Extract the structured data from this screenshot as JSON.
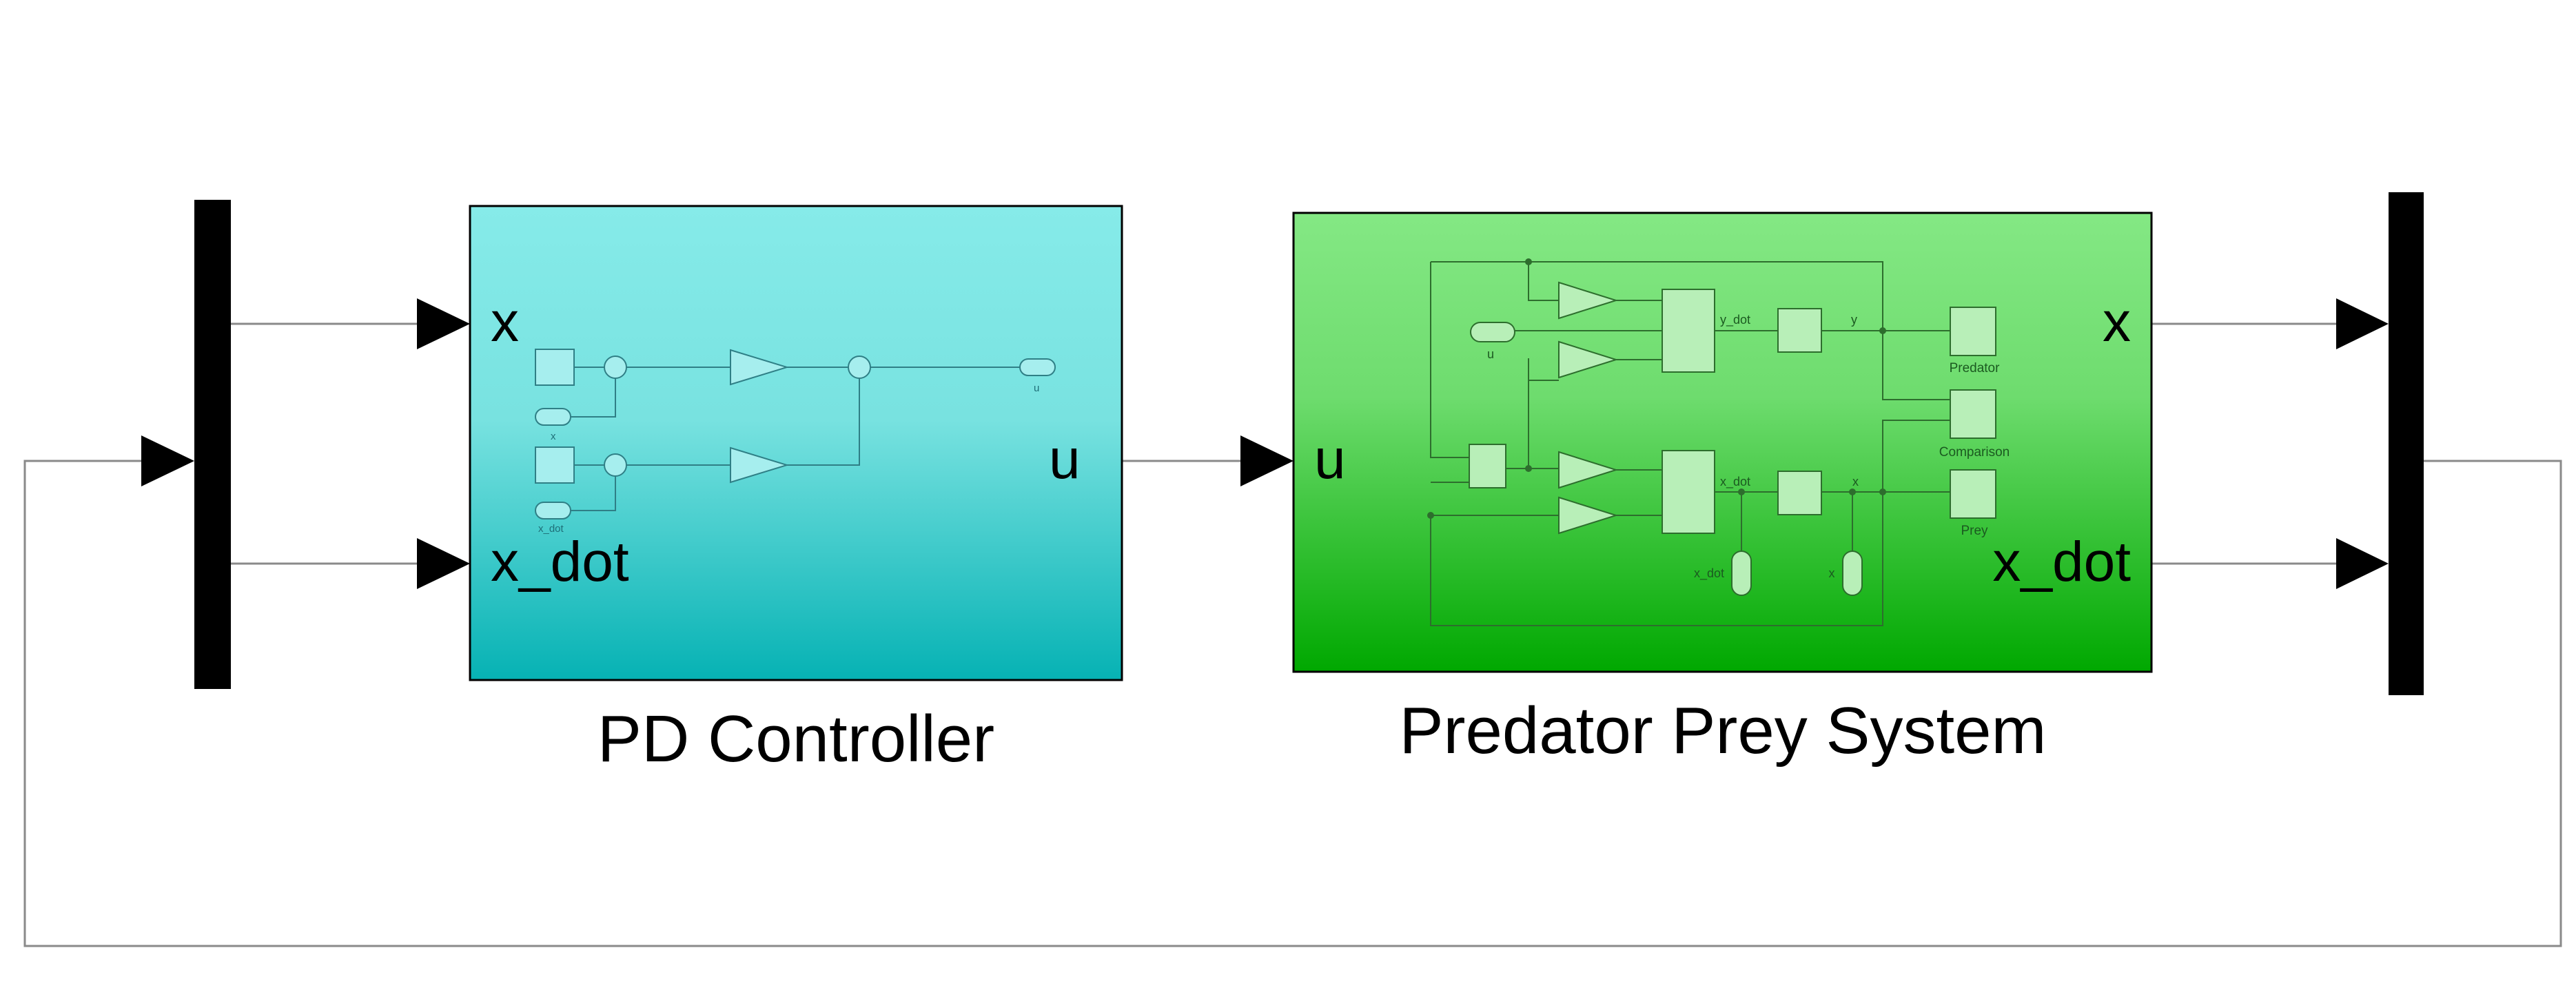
{
  "diagram": {
    "blocks": {
      "pd_controller": {
        "name": "PD Controller",
        "inputs": [
          "x",
          "x_dot"
        ],
        "outputs": [
          "u"
        ],
        "inner_labels": {
          "in_x": "x",
          "in_x_dot": "x_dot",
          "out_u": "u"
        },
        "colors": {
          "top": "#86ebe9",
          "bottom": "#06b2b4"
        }
      },
      "predator_prey": {
        "name": "Predator Prey System",
        "inputs": [
          "u"
        ],
        "outputs": [
          "x",
          "x_dot"
        ],
        "inner_labels": {
          "in_u": "u",
          "y_dot": "y_dot",
          "y": "y",
          "x_dot_line": "x_dot",
          "x_line": "x",
          "predator": "Predator",
          "comparison": "Comparison",
          "prey": "Prey",
          "out_x_dot": "x_dot",
          "out_x": "x"
        },
        "colors": {
          "top": "#84e884",
          "bottom": "#00a800"
        }
      }
    },
    "colors": {
      "signal_line": "#8a8a8a",
      "port_arrow": "#000000",
      "mux_bar": "#000000"
    }
  }
}
